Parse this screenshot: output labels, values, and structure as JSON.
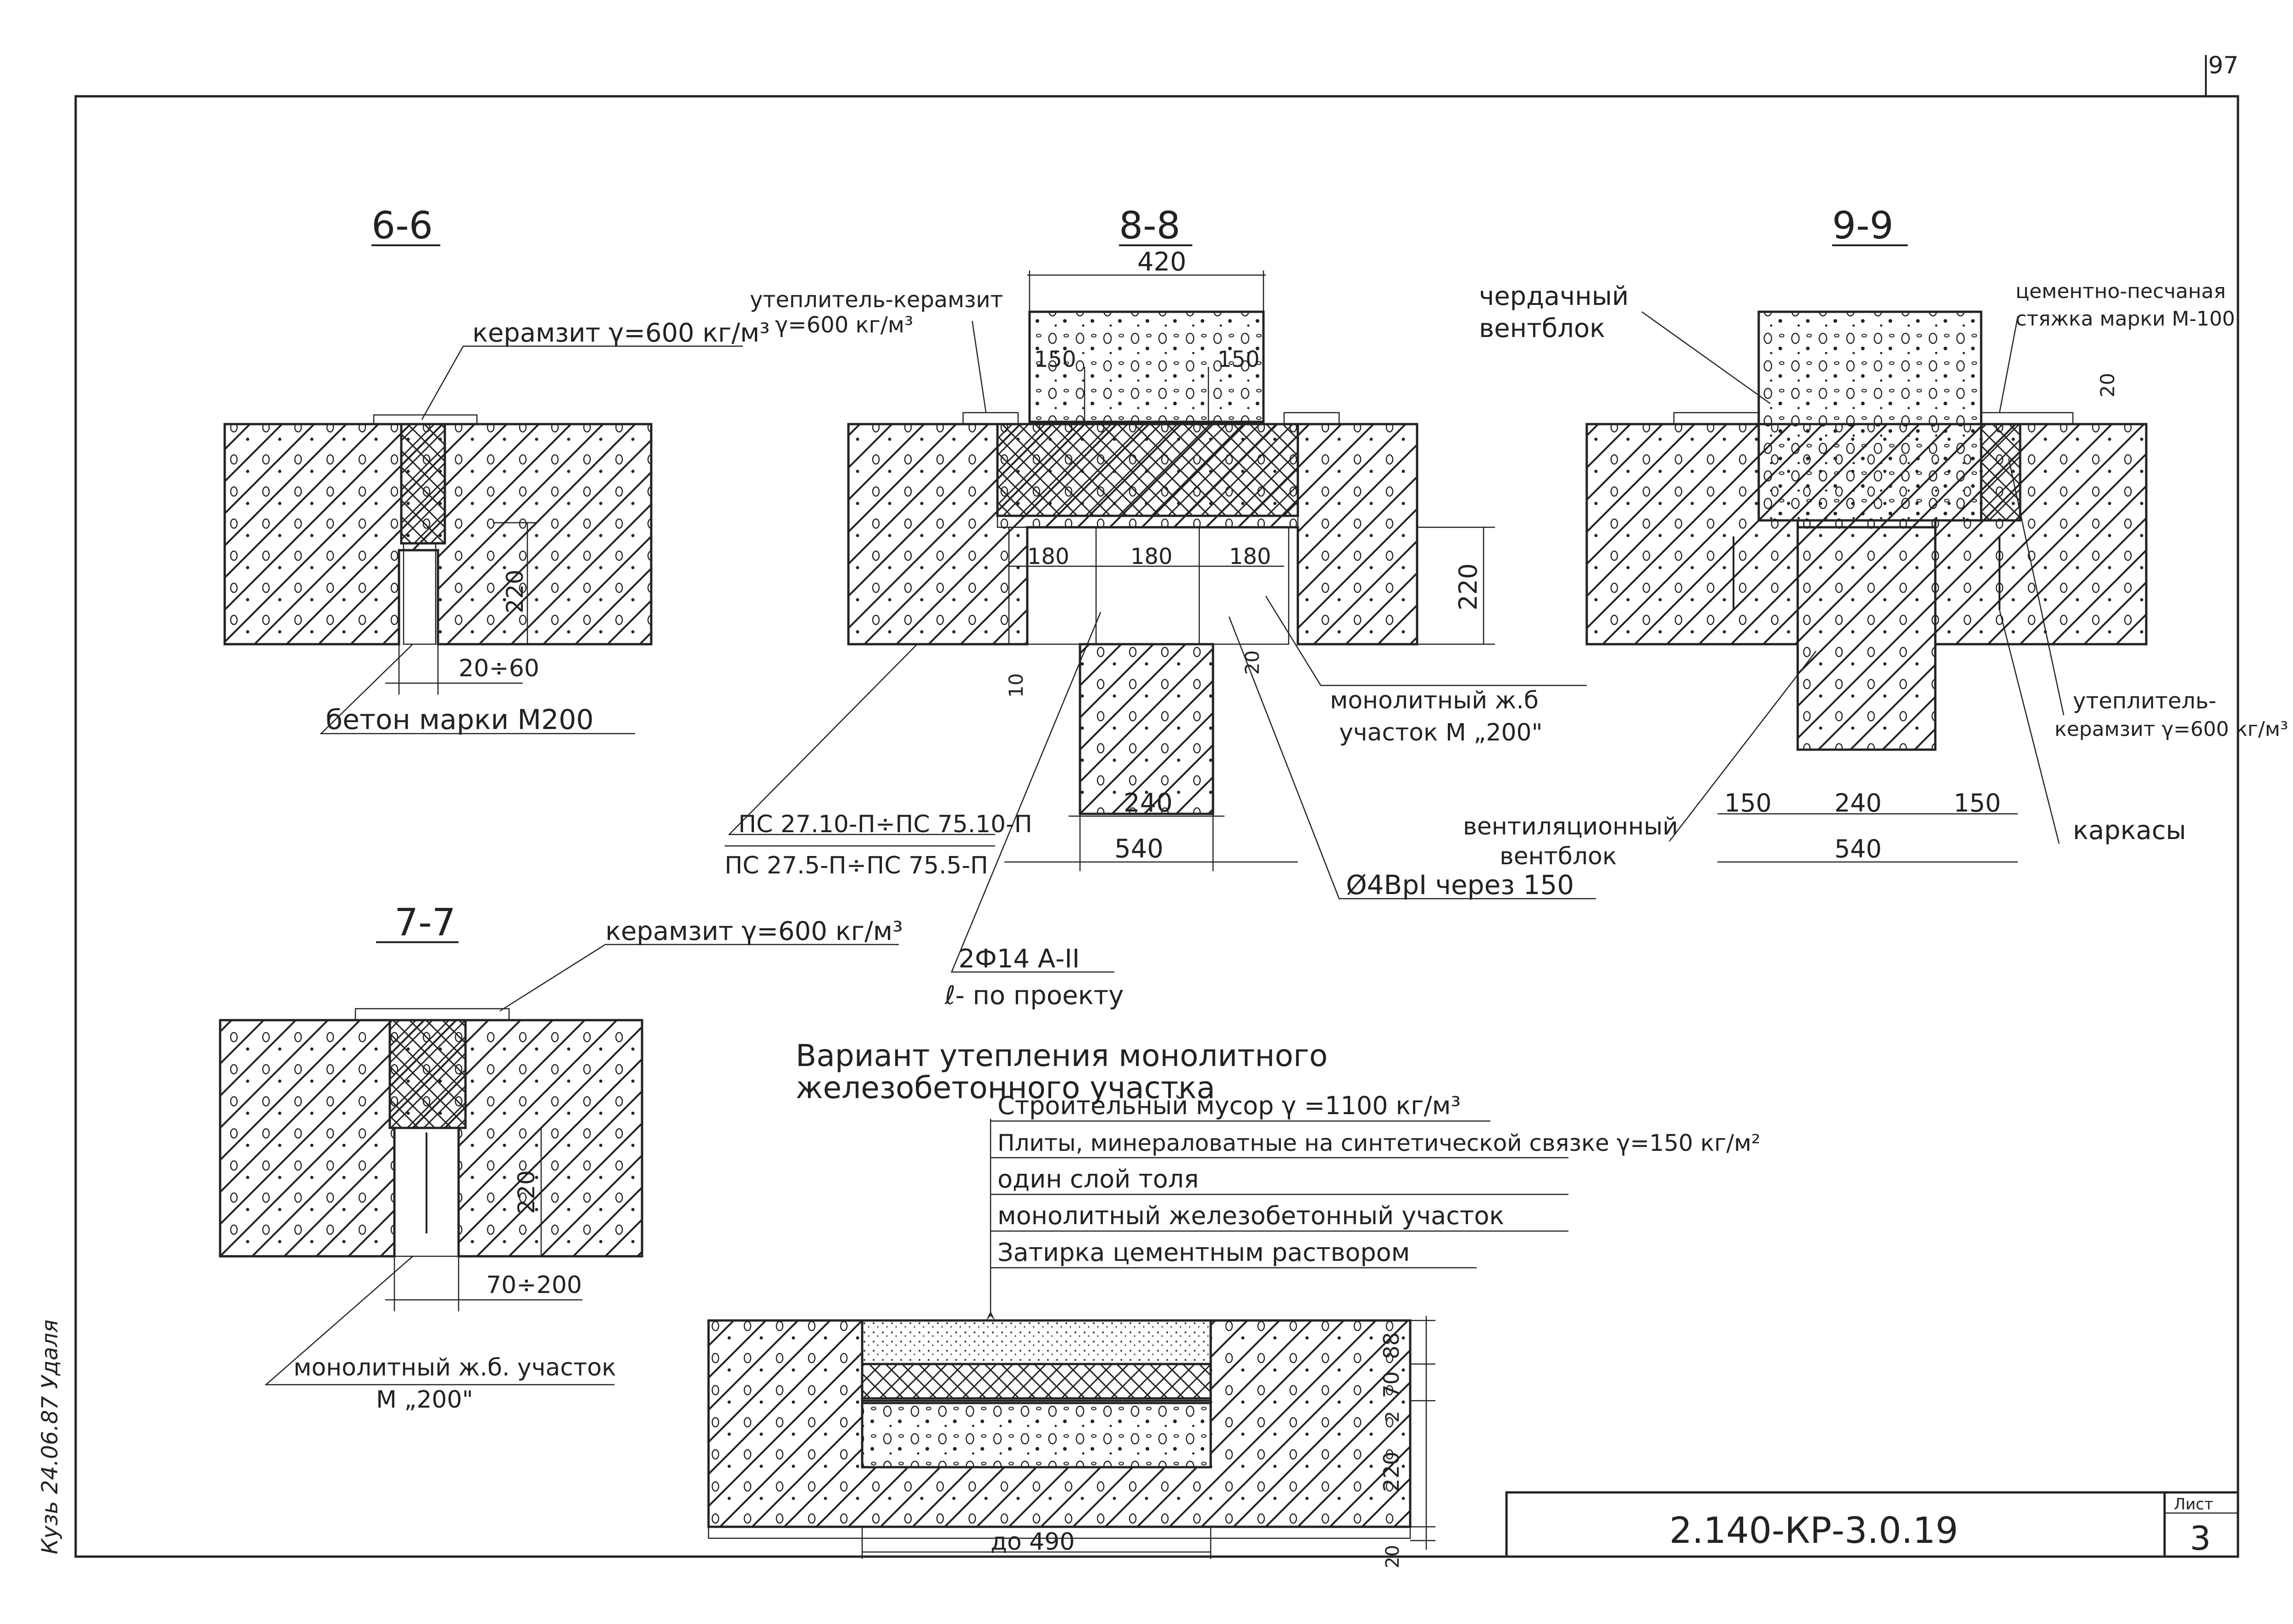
{
  "sheet": {
    "corner_mark": "97",
    "code": "2.140-КР-3.0.19",
    "sheet_label": "Лист",
    "sheet_number": "3",
    "margin_note": "Кузь 24.06.87 Удаля"
  },
  "section_6": {
    "title": "6-6",
    "label_keramzit": "керамзит γ=600 кг/м³",
    "dim_220": "220",
    "dim_gap": "20÷60",
    "label_concrete": "бетон марки М200"
  },
  "section_8": {
    "title": "8-8",
    "dim_420": "420",
    "label_insul_1": "утеплитель-керамзит",
    "label_insul_2": "γ=600 кг/м³",
    "dim_150_left": "150",
    "dim_150_right": "150",
    "dim_180_a": "180",
    "dim_180_b": "180",
    "dim_180_c": "180",
    "dim_220": "220",
    "dim_10": "10",
    "dim_20": "20",
    "label_mono_1": "монолитный ж.б",
    "label_mono_2": "участок М „200\"",
    "dim_240": "240",
    "dim_540": "540",
    "slab_line_1": "ПС 27.10-П÷ПС 75.10-П",
    "slab_line_2": "ПС 27.5-П÷ПС 75.5-П",
    "rebar_mesh": "Ø4ВрI через 150",
    "rebar_main": "2Ф14 А-II",
    "rebar_length": "ℓ- по проекту"
  },
  "section_9": {
    "title": "9-9",
    "label_attic_1": "чердачный",
    "label_attic_2": "вентблок",
    "label_screed_1": "цементно-песчаная",
    "label_screed_2": "стяжка марки М-100",
    "dim_20": "20",
    "label_vent_1": "вентиляционный",
    "label_vent_2": "вентблок",
    "dim_150_left": "150",
    "dim_240": "240",
    "dim_150_right": "150",
    "dim_540": "540",
    "label_insul_1": "утеплитель-",
    "label_insul_2": "керамзит γ=600 кг/м³",
    "label_frames": "каркасы"
  },
  "section_7": {
    "title": "7-7",
    "label_keramzit": "керамзит γ=600 кг/м³",
    "dim_220": "220",
    "dim_gap": "70÷200",
    "label_mono_1": "монолитный ж.б. участок",
    "label_mono_2": "М „200\""
  },
  "variant": {
    "title_1": "Вариант утепления монолитного",
    "title_2": "железобетонного участка",
    "layers": [
      "Строительный мусор γ =1100 кг/м³",
      "Плиты, минераловатные на синтетической связке γ=150 кг/м²",
      "один слой толя",
      "монолитный железобетонный участок",
      "Затирка цементным раствором"
    ],
    "dim_88": "88",
    "dim_70": "70",
    "dim_2": "2",
    "dim_220": "220",
    "dim_20": "20",
    "dim_width": "до 490"
  }
}
